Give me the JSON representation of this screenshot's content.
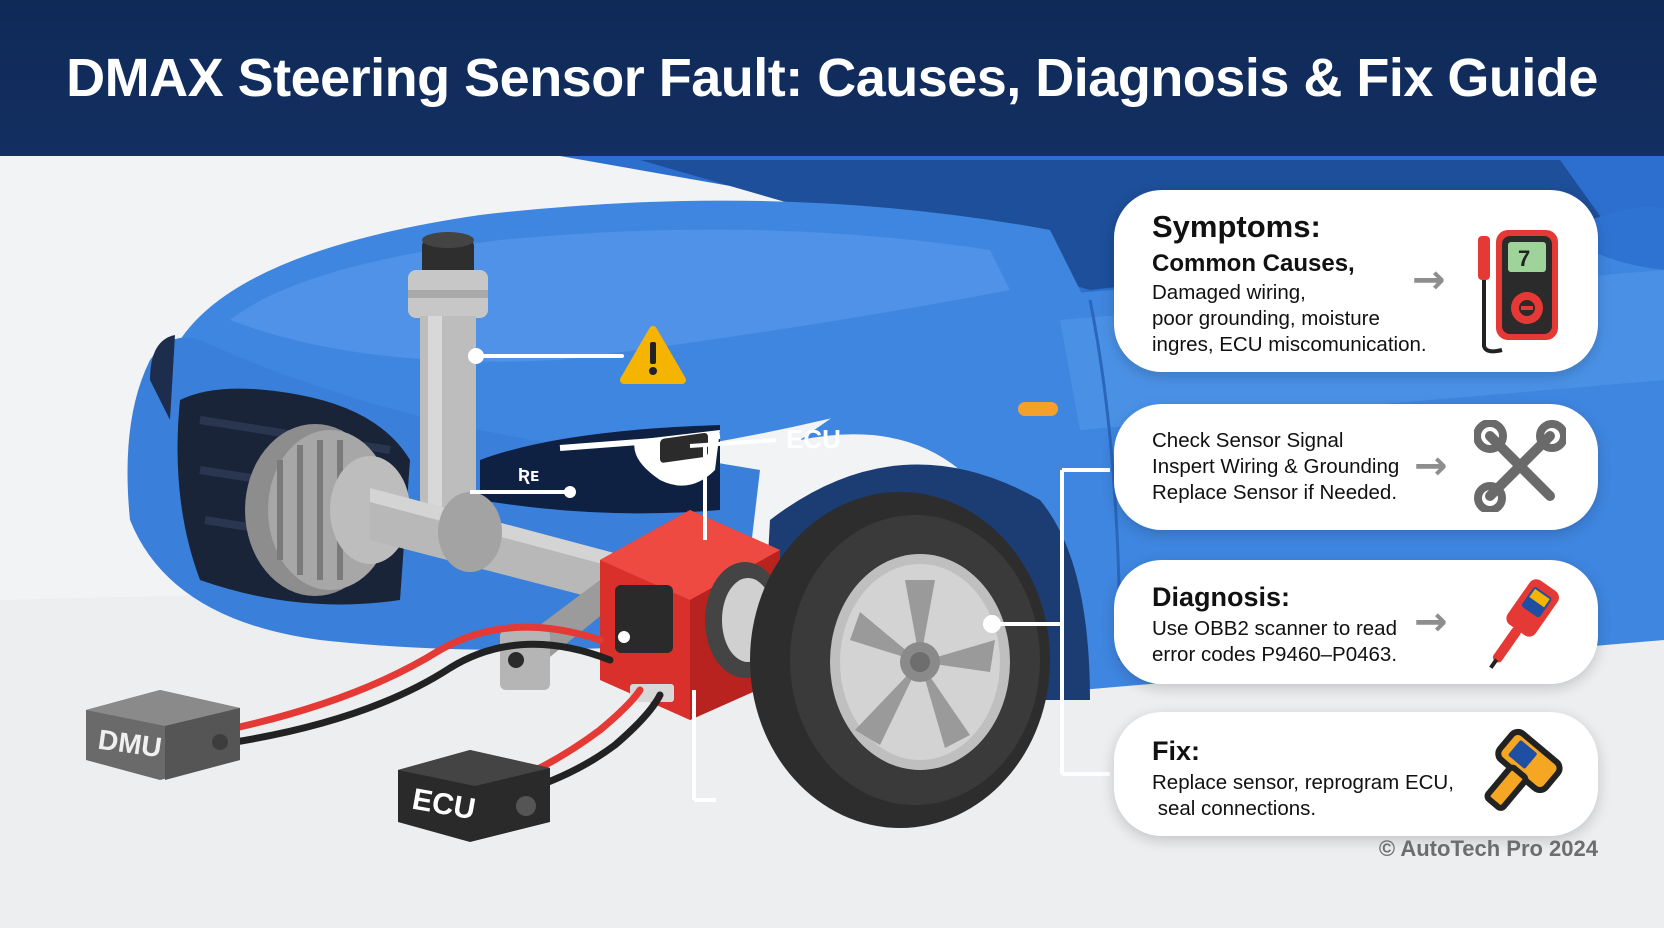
{
  "title": "DMAX Steering Sensor Fault: Causes, Diagnosis & Fix Guide",
  "diagram_labels": {
    "ecu_top": "ECU",
    "ke": "Ʀᴇ",
    "dmu": "DMU",
    "ecu_box": "ECU"
  },
  "cards": {
    "symptoms": {
      "title": "Symptoms:",
      "subtitle": "Common Causes,",
      "lines": [
        "Damaged wiring,",
        "poor grounding, moisture",
        "ingrеs, ECU miscomunication."
      ],
      "icon": "multimeter-icon"
    },
    "checks": {
      "lines": [
        "Check Sensor Signal",
        "Inspert Wiring & Grounding",
        "Replace Sensor if Needed."
      ],
      "icon": "wrench-screwdriver-icon"
    },
    "diagnosis": {
      "title": "Diagnosis:",
      "lines": [
        "Use OBB2 scanner to read",
        "error codes P9460–P0463."
      ],
      "icon": "obd-scanner-icon"
    },
    "fix": {
      "title": "Fix:",
      "lines": [
        "Replace sensor, reprogram ECU,",
        " seal connections."
      ],
      "icon": "scan-tool-icon"
    },
    "arrow": "→"
  },
  "copyright": "© AutoTech Pro 2024",
  "colors": {
    "header": "#132f61",
    "car_body": "#3f86e0",
    "sensor_red": "#e53935",
    "warning_yellow": "#f5b400"
  }
}
